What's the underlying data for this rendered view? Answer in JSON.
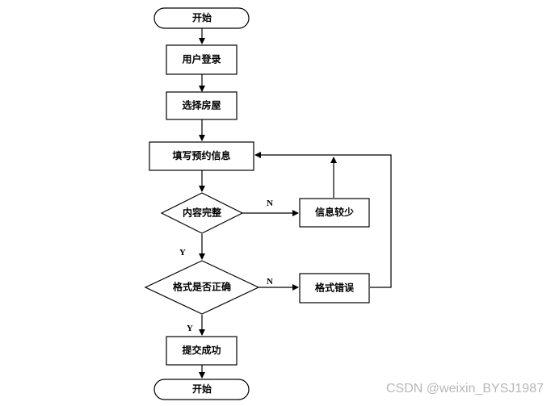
{
  "nodes": {
    "start": "开始",
    "login": "用户登录",
    "select_house": "选择房屋",
    "fill_info": "填写预约信息",
    "content_complete": "内容完整",
    "info_insufficient": "信息较少",
    "format_correct": "格式是否正确",
    "format_error": "格式错误",
    "submit_success": "提交成功",
    "end": "开始"
  },
  "edge_labels": {
    "complete_no": "N",
    "complete_yes": "Y",
    "format_no": "N",
    "format_yes": "Y"
  },
  "watermark": "CSDN @weixin_BYSJ1987"
}
